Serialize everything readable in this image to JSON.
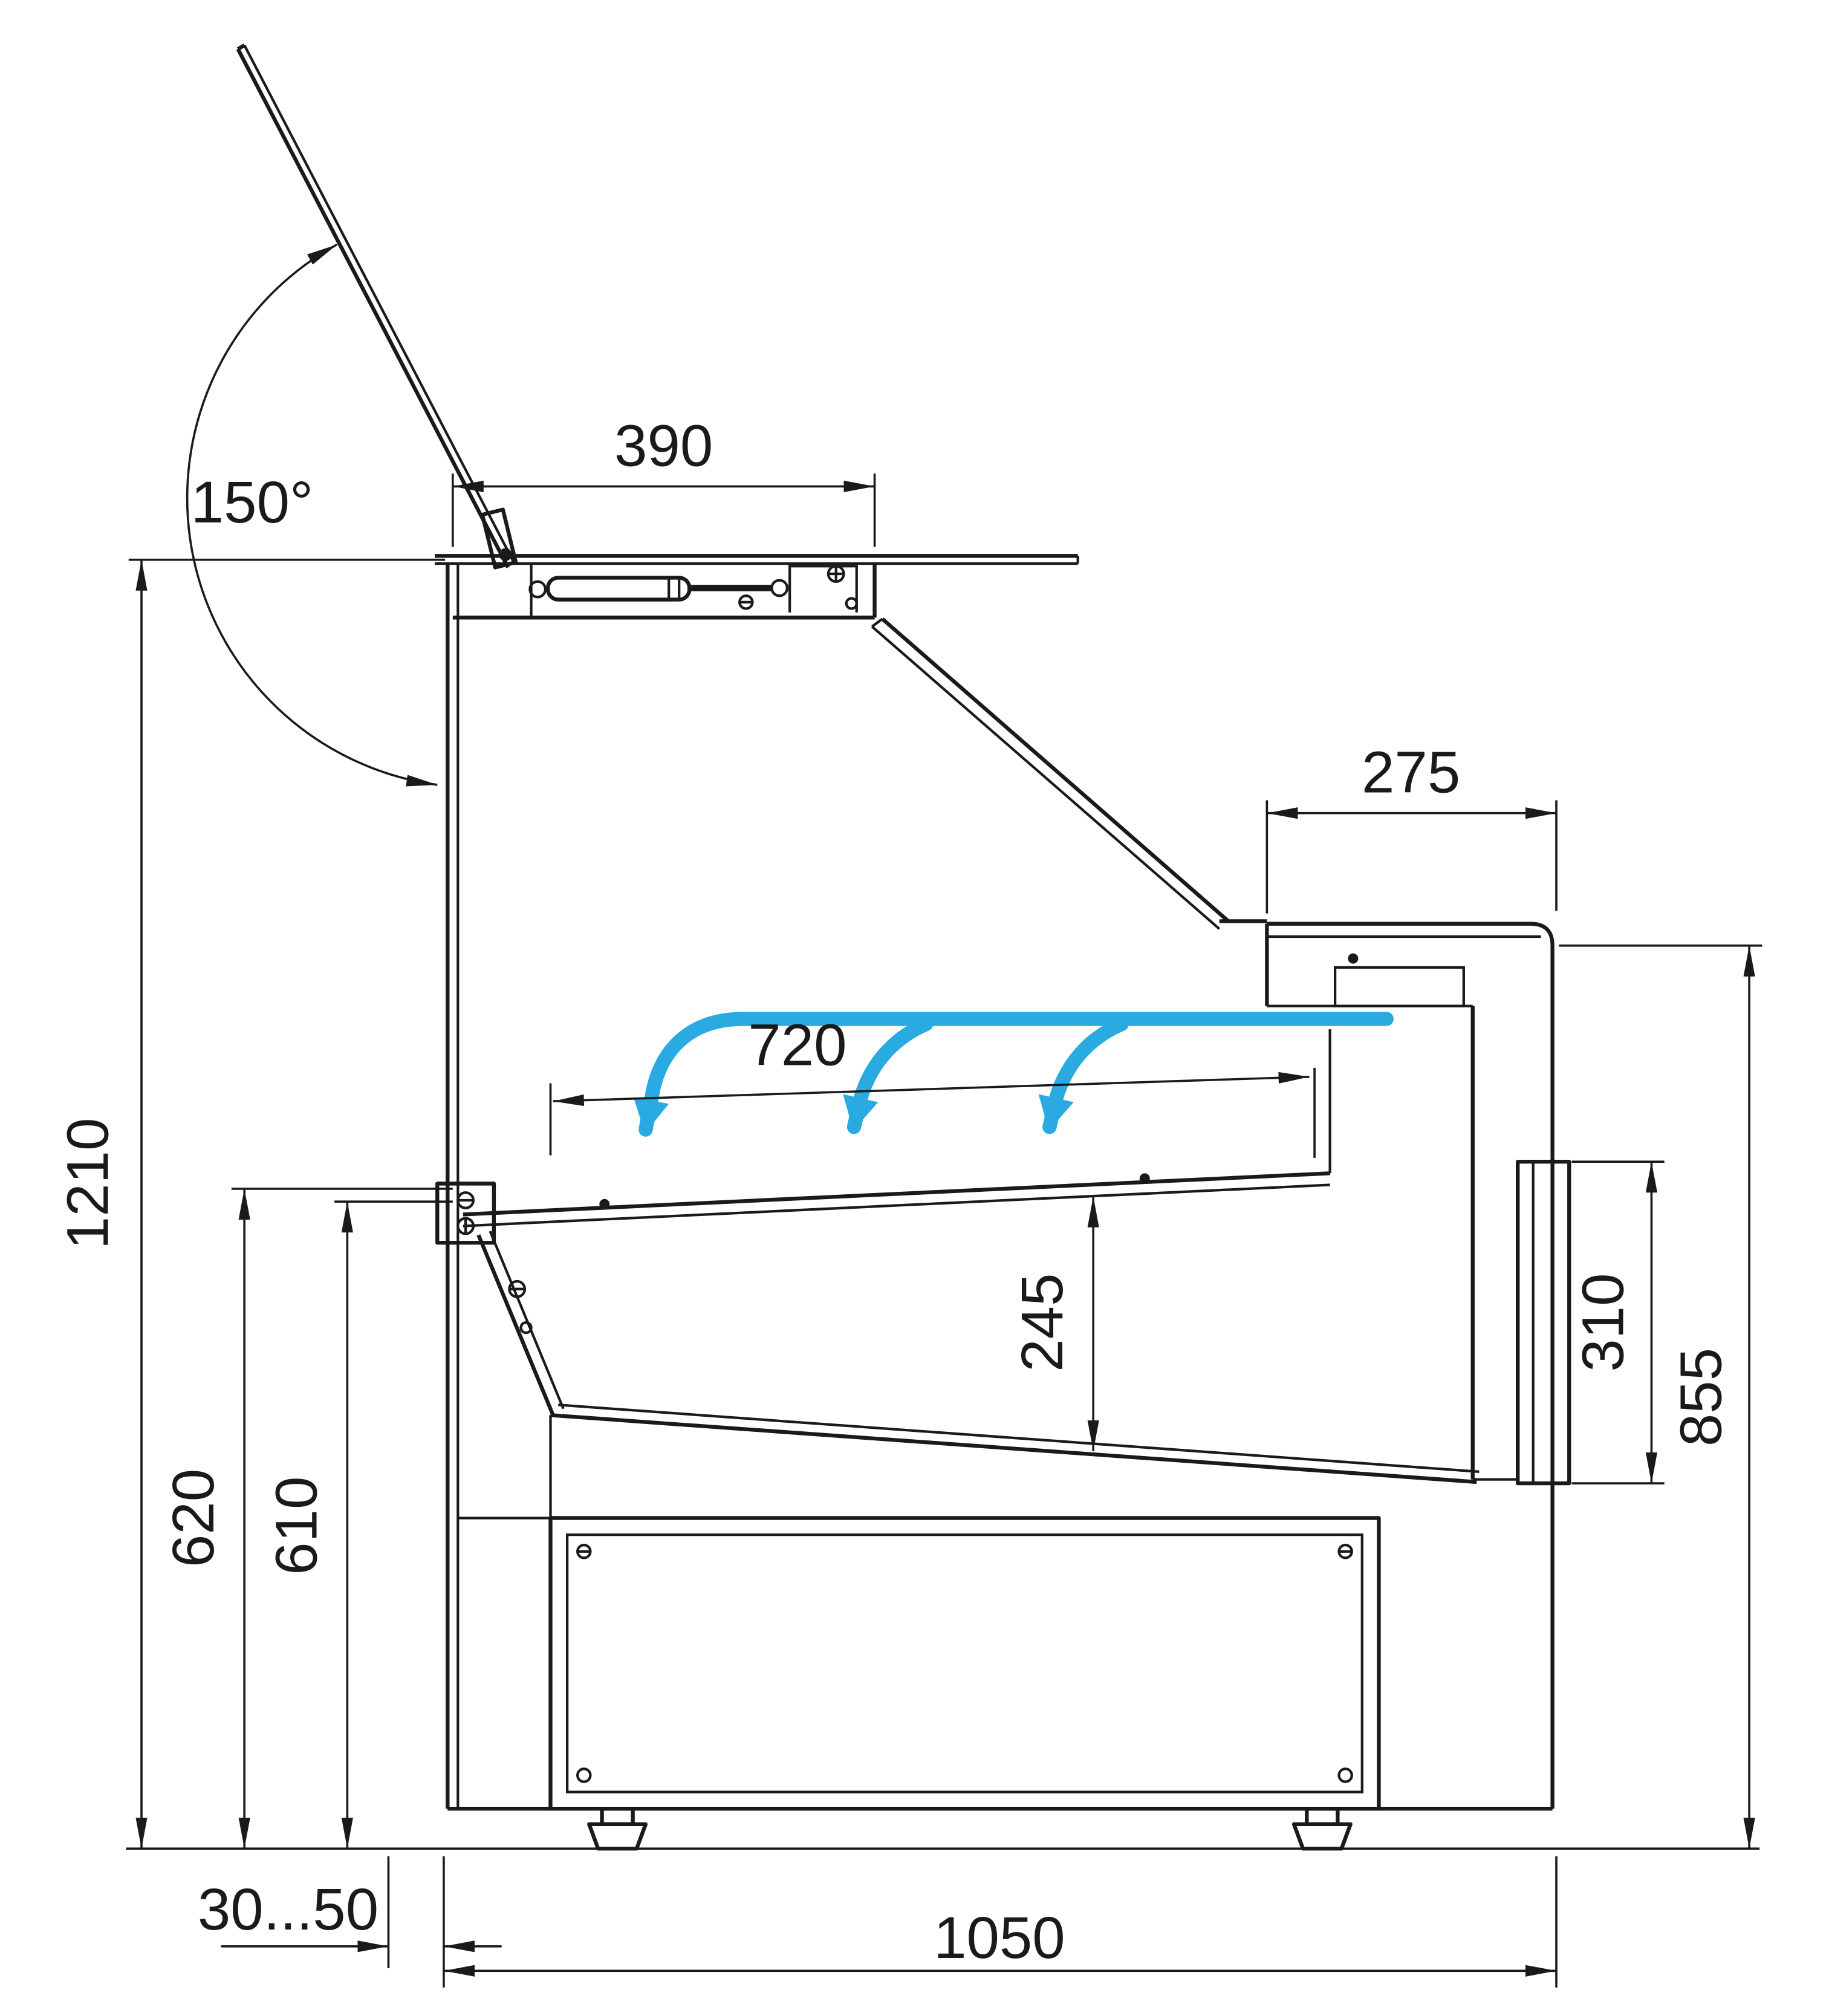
{
  "diagram": {
    "line_color": "#1a1a1a",
    "airflow_color": "#29abe2",
    "airflow_arrow_count": 3
  },
  "labels": {
    "angle": "150°",
    "top_depth": "390",
    "rear_top_depth": "275",
    "deck_depth": "720",
    "total_height": "1210",
    "height_620": "620",
    "height_610": "610",
    "well_depth": "245",
    "rear_panel": "310",
    "rear_height": "855",
    "foot_clearance": "30...50",
    "total_depth": "1050"
  }
}
